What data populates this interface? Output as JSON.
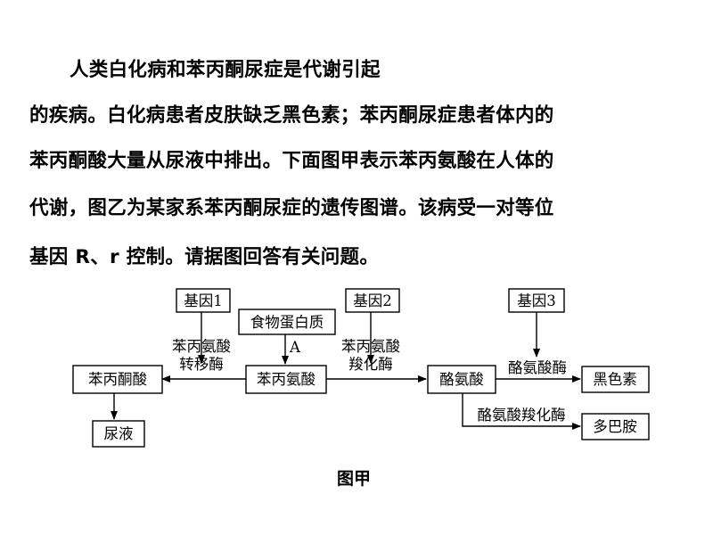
{
  "question": {
    "lines": [
      "人类白化病和苯丙酮尿症是代谢引起",
      "的疾病。白化病患者皮肤缺乏黑色素；苯丙酮尿症患者体内的",
      "苯丙酮酸大量从尿液中排出。下面图甲表示苯丙氨酸在人体的",
      "代谢，图乙为某家系苯丙酮尿症的遗传图谱。该病受一对等位",
      "基因 R、r 控制。请据图回答有关问题。"
    ]
  },
  "diagram": {
    "nodes": {
      "gene1": "基因1",
      "gene2": "基因2",
      "gene3": "基因3",
      "food_protein": "食物蛋白质",
      "phenylalanine": "苯丙氨酸",
      "phenylpyruvic_acid": "苯丙酮酸",
      "urine": "尿液",
      "tyrosine": "酪氨酸",
      "melanin": "黑色素",
      "dopamine": "多巴胺"
    },
    "edge_labels": {
      "transaminase_line1": "苯丙氨酸",
      "transaminase_line2": "转移酶",
      "hydroxylase_line1": "苯丙氨酸",
      "hydroxylase_line2": "羧化酶",
      "label_a": "A",
      "tyrosinase": "酪氨酸酶",
      "tyrosine_carboxylase": "酪氨酸羧化酶"
    },
    "caption": "图甲"
  }
}
